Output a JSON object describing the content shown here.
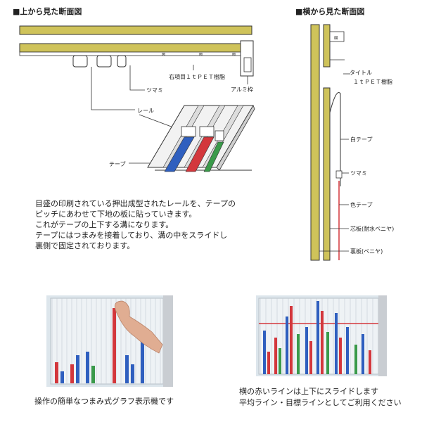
{
  "top_view": {
    "heading": "■上から見た断面図",
    "labels": {
      "right_item": "右項目１ｔＰＥＴ樹脂",
      "aluminum_frame": "アルミ枠",
      "knob": "ツマミ",
      "rail": "レール",
      "tape": "テープ"
    }
  },
  "side_view": {
    "heading": "■横から見た断面図",
    "labels": {
      "title": "タイトル",
      "title_material": "１ｔＰＥＴ樹脂",
      "white_tape": "白テープ",
      "knob": "ツマミ",
      "color_tape": "色テープ",
      "core_board": "芯板(耐水ベニヤ)",
      "back_board": "裏板(ベニヤ)"
    }
  },
  "description": {
    "lines": [
      "目盛の印刷されている押出成型されたレールを、テープの",
      "ピッチにあわせて下地の板に貼っていきます。",
      "これがテープの上下する溝になります。",
      "テープにはつまみを接着しており、溝の中をスライドし",
      "裏側で固定されております。"
    ]
  },
  "photos": {
    "left_caption": "操作の簡単なつまみ式グラフ表示機です",
    "right_caption_lines": [
      "横の赤いラインは上下にスライドします",
      "平均ライン・目標ラインとしてご利用ください"
    ]
  },
  "colors": {
    "board_yellow": "#cfc35a",
    "tape_red": "#d3373c",
    "tape_blue": "#2f5fbf",
    "tape_green": "#3a9a4a"
  }
}
